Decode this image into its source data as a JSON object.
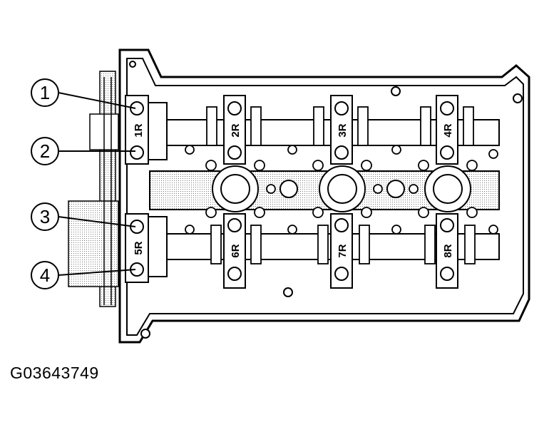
{
  "figure": {
    "figure_id": "G03643749",
    "callouts": [
      "1",
      "2",
      "3",
      "4"
    ],
    "bearing_caps": [
      "1R",
      "2R",
      "3R",
      "4R",
      "5R",
      "6R",
      "7R",
      "8R"
    ]
  }
}
